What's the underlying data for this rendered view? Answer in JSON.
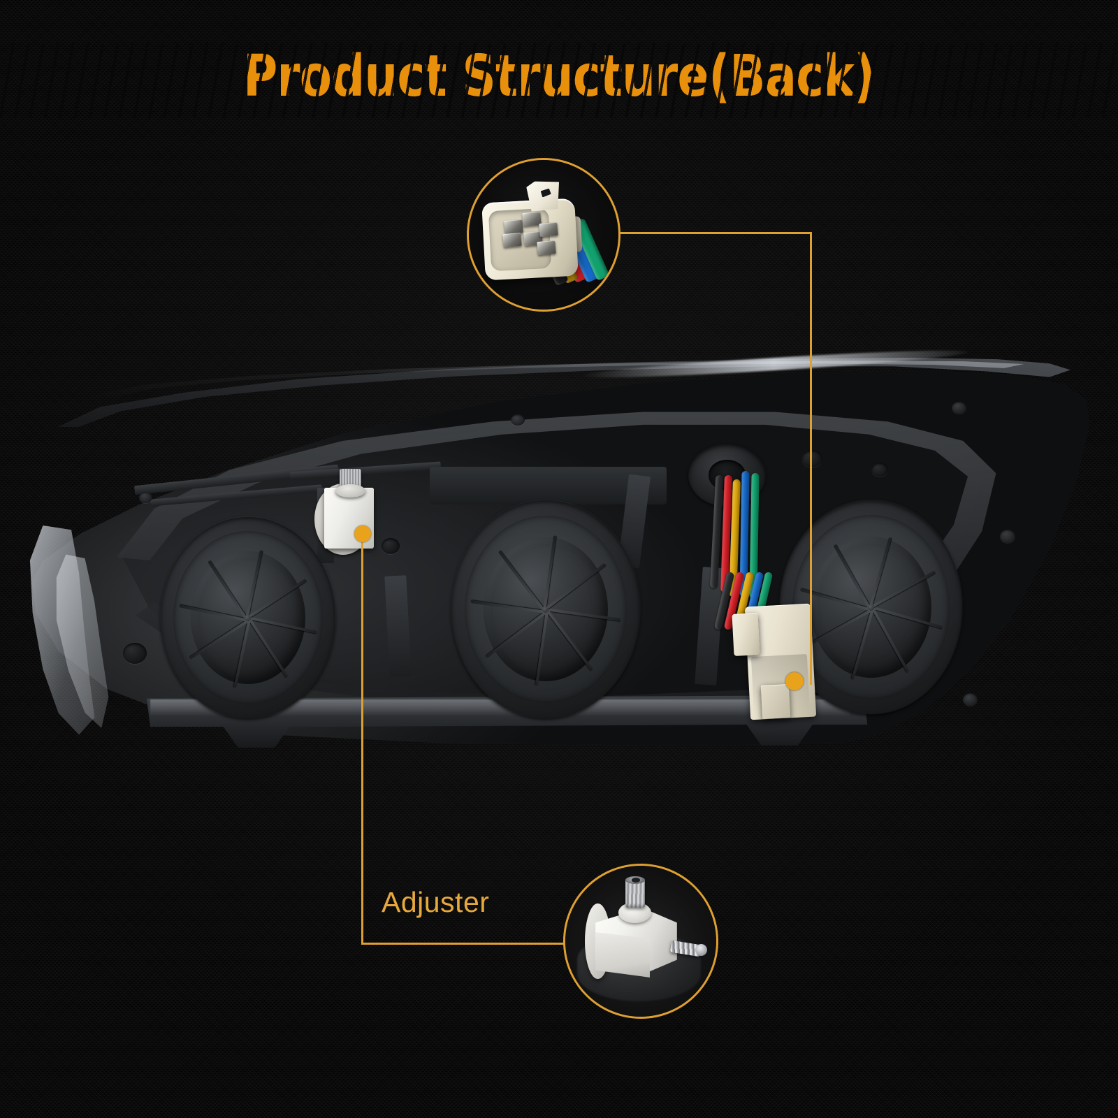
{
  "page": {
    "title": "Product Structure(Back)",
    "background_color": "#090909",
    "accent_color": "#E8900C",
    "line_color": "#DFA032",
    "label_color": "#E8A93C"
  },
  "header": {
    "title": "Product Structure(Back)"
  },
  "product": {
    "name": "headlight-assembly-rear-view",
    "description": "Automotive headlight housing shown from the back"
  },
  "callouts": [
    {
      "id": "connector",
      "label": "",
      "detail_name": "electrical-connector-detail",
      "target": "wire-harness-connector",
      "shape": "circle"
    },
    {
      "id": "adjuster",
      "label": "Adjuster",
      "detail_name": "adjuster-detail",
      "target": "headlight-adjuster",
      "shape": "circle"
    }
  ],
  "labels": {
    "adjuster": "Adjuster"
  },
  "wires": {
    "colors": [
      "#D61F26",
      "#E2A90D",
      "#1669C8",
      "#12A06E",
      "#151515"
    ],
    "names": [
      "red-wire",
      "yellow-wire",
      "blue-wire",
      "green-wire",
      "black-wire"
    ]
  },
  "components": {
    "bulb_covers": [
      "bulb-access-cover-left",
      "bulb-access-cover-center",
      "bulb-access-cover-right"
    ],
    "adjuster": "headlight-adjuster",
    "connector": "wire-harness-connector",
    "grommet": "wire-grommet"
  }
}
